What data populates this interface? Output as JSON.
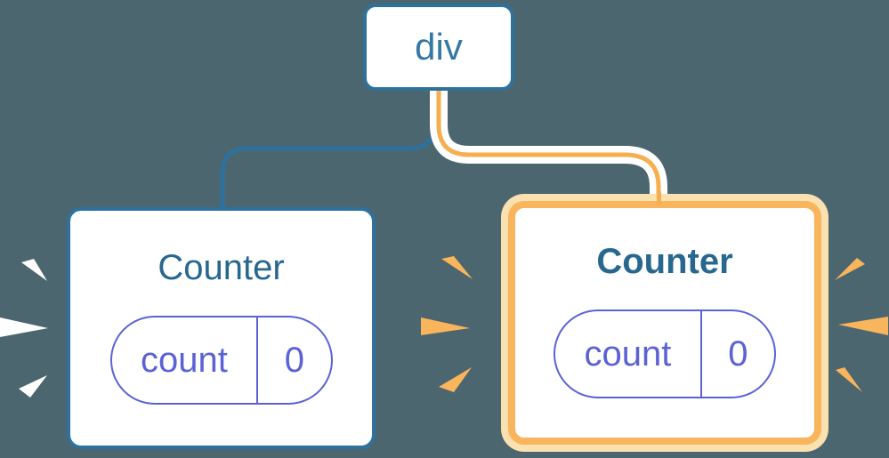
{
  "diagram": {
    "background": "#4C6670",
    "root": {
      "label": "div"
    },
    "children": [
      {
        "title": "Counter",
        "state": {
          "key": "count",
          "value": "0"
        },
        "highlighted": false
      },
      {
        "title": "Counter",
        "state": {
          "key": "count",
          "value": "0"
        },
        "highlighted": true
      }
    ],
    "colors": {
      "bg": "#4C6670",
      "blue": "#2E719C",
      "title_blue": "#28688E",
      "div_text": "#3578A5",
      "indigo": "#5B62D6",
      "orange": "#F6AE4F",
      "orange_border": "#F8B55C",
      "orange_light": "#FBE0B0",
      "sparkle_white": "#FFFFFF"
    }
  }
}
